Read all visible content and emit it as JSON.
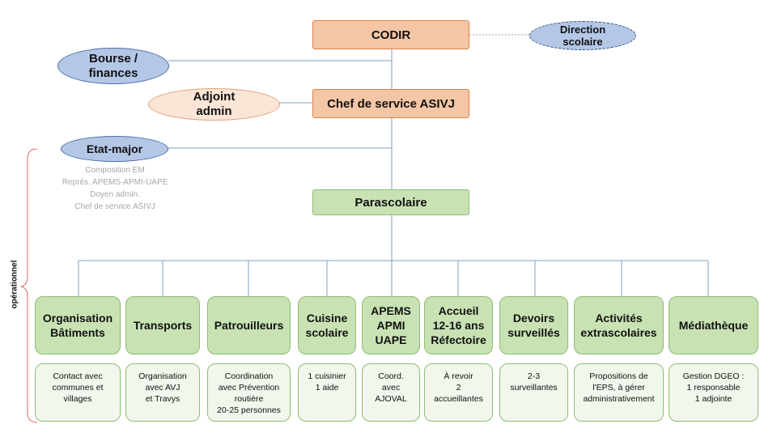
{
  "top": {
    "codir": "CODIR",
    "direction_scolaire": "Direction\nscolaire",
    "bourse": "Bourse /\nfinances",
    "adjoint": "Adjoint\nadmin",
    "chef": "Chef de service ASIVJ",
    "etat_major": "Etat-major",
    "etat_major_note": "Composition EM\nReprés. APEMS-APMI-UAPE\nDoyen admin.\nChef de service ASIVJ",
    "parascolaire": "Parascolaire"
  },
  "side_label": "opérationnel",
  "units": [
    {
      "title": "Organisation\nBâtiments",
      "desc": "Contact avec\ncommunes et\nvillages"
    },
    {
      "title": "Transports",
      "desc": "Organisation\navec AVJ\net Travys"
    },
    {
      "title": "Patrouilleurs",
      "desc": "Coordination\navec Prévention\nroutière\n20-25 personnes"
    },
    {
      "title": "Cuisine\nscolaire",
      "desc": "1 cuisinier\n1 aide"
    },
    {
      "title": "APEMS\nAPMI\nUAPE",
      "desc": "Coord.\navec\nAJOVAL"
    },
    {
      "title": "Accueil\n12-16 ans\nRéfectoire",
      "desc": "À revoir\n2\naccueillantes"
    },
    {
      "title": "Devoirs\nsurveillés",
      "desc": "2-3\nsurveillantes"
    },
    {
      "title": "Activités\nextrascolaires",
      "desc": "Propositions de\nl'EPS, à gérer\nadministrativement"
    },
    {
      "title": "Médiathèque",
      "desc": "Gestion DGEO :\n1 responsable\n1 adjointe"
    }
  ],
  "colors": {
    "orange_fill": "#f5c6a5",
    "green_fill": "#c8e2b4",
    "blue_fill": "#b4c7e7",
    "connector": "#7f9fc9",
    "bracket": "#e06666"
  }
}
